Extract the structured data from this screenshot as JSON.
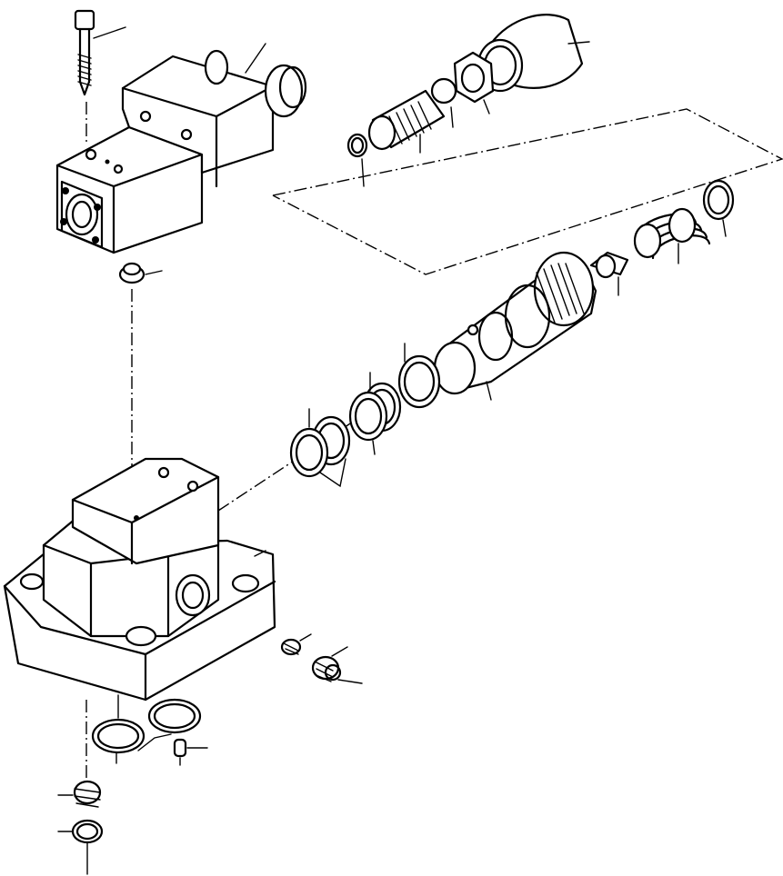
{
  "diagram": {
    "kind": "exploded-parts-view",
    "labels": [],
    "colors": {
      "line": "#000000",
      "background": "#ffffff"
    },
    "parts": [
      "socket-head-bolt",
      "solenoid-valve",
      "solenoid-connector",
      "cap-nut",
      "lock-nut",
      "adjusting-screw",
      "small-o-ring",
      "spring",
      "o-ring",
      "poppet",
      "valve-cartridge",
      "backup-rings",
      "seal-rings",
      "valve-body",
      "plugs",
      "body-o-rings",
      "dowel-pin",
      "bottom-plug",
      "bottom-o-ring",
      "orifice-plug"
    ]
  }
}
